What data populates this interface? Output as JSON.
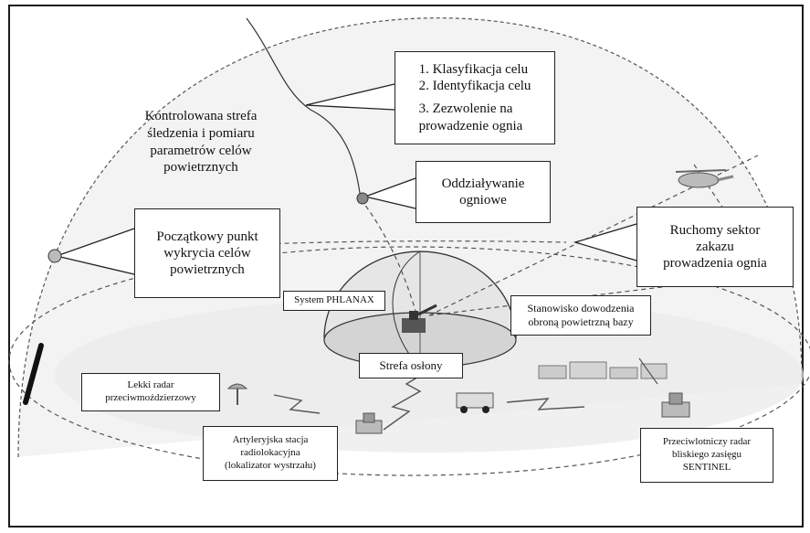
{
  "zone_label": [
    "Kontrolowana strefa",
    "śledzenia i pomiaru",
    "parametrów celów",
    "powietrznych"
  ],
  "steps": [
    "1. Klasyfikacja celu",
    "2. Identyfikacja celu",
    "3. Zezwolenie na",
    "prowadzenie ognia"
  ],
  "fire_effect": [
    "Oddziaływanie",
    "ogniowe"
  ],
  "detection_point": [
    "Początkowy punkt",
    "wykrycia celów",
    "powietrznych"
  ],
  "moving_sector": [
    "Ruchomy sektor",
    "zakazu",
    "prowadzenia ognia"
  ],
  "phalanx": "System PHLANAX",
  "command_post": [
    "Stanowisko dowodzenia",
    "obroną powietrzną bazy"
  ],
  "protection_zone": "Strefa osłony",
  "mortar_radar": [
    "Lekki radar",
    "przeciwmoździerzowy"
  ],
  "artillery_station": [
    "Artyleryjska stacja",
    "radiolokacyjna",
    "(lokalizator wystrzału)"
  ],
  "sentinel": [
    "Przeciwlotniczy radar",
    "bliskiego zasięgu",
    "SENTINEL"
  ],
  "colors": {
    "line": "#222222",
    "dash": "#555555",
    "dome_fill": "#e6e6e6",
    "bg_shade": "#eeeeee"
  }
}
